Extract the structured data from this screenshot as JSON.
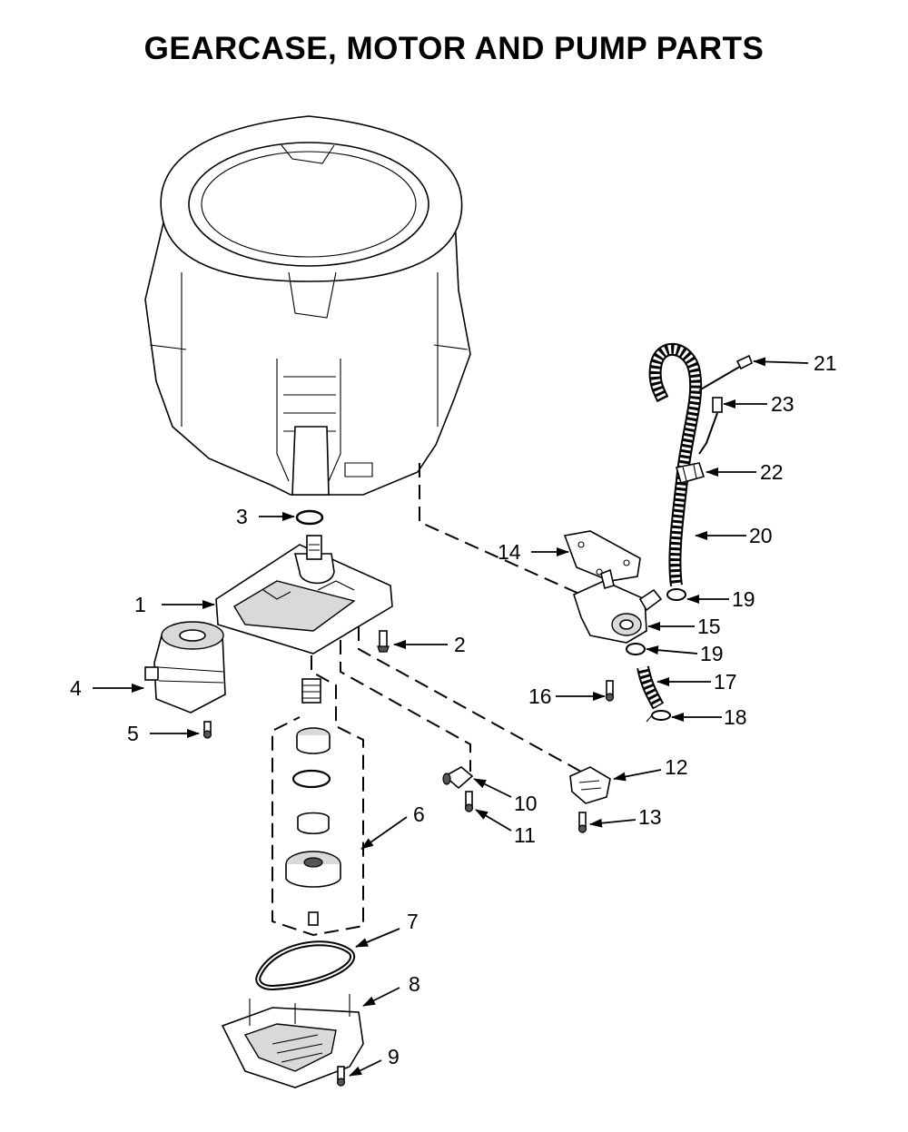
{
  "title": "GEARCASE, MOTOR AND PUMP PARTS",
  "callouts": [
    {
      "id": "1",
      "label": "1"
    },
    {
      "id": "2",
      "label": "2"
    },
    {
      "id": "3",
      "label": "3"
    },
    {
      "id": "4",
      "label": "4"
    },
    {
      "id": "5",
      "label": "5"
    },
    {
      "id": "6",
      "label": "6"
    },
    {
      "id": "7",
      "label": "7"
    },
    {
      "id": "8",
      "label": "8"
    },
    {
      "id": "9",
      "label": "9"
    },
    {
      "id": "10",
      "label": "10"
    },
    {
      "id": "11",
      "label": "11"
    },
    {
      "id": "12",
      "label": "12"
    },
    {
      "id": "13",
      "label": "13"
    },
    {
      "id": "14",
      "label": "14"
    },
    {
      "id": "15",
      "label": "15"
    },
    {
      "id": "16",
      "label": "16"
    },
    {
      "id": "17",
      "label": "17"
    },
    {
      "id": "18",
      "label": "18"
    },
    {
      "id": "19a",
      "label": "19"
    },
    {
      "id": "19b",
      "label": "19"
    },
    {
      "id": "20",
      "label": "20"
    },
    {
      "id": "21",
      "label": "21"
    },
    {
      "id": "22",
      "label": "22"
    },
    {
      "id": "23",
      "label": "23"
    }
  ]
}
